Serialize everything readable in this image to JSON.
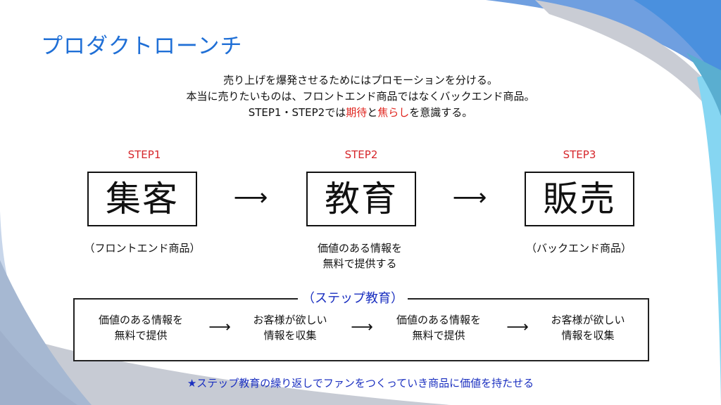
{
  "slide": {
    "title": "プロダクトローンチ",
    "intro": {
      "line1": "売り上げを爆発させるためにはプロモーションを分ける。",
      "line2": "本当に売りたいものは、フロントエンド商品ではなくバックエンド商品。",
      "line3_prefix": "STEP1・STEP2では",
      "line3_em1": "期待",
      "line3_mid": "と",
      "line3_em2": "焦らし",
      "line3_suffix": "を意識する。"
    },
    "steps": [
      {
        "label": "STEP1",
        "name": "集客",
        "note_line1": "（フロントエンド商品）",
        "note_line2": ""
      },
      {
        "label": "STEP2",
        "name": "教育",
        "note_line1": "価値のある情報を",
        "note_line2": "無料で提供する"
      },
      {
        "label": "STEP3",
        "name": "販売",
        "note_line1": "（バックエンド商品）",
        "note_line2": ""
      }
    ],
    "step_arrow": "⟶",
    "loop": {
      "title": "（ステップ教育）",
      "items": [
        {
          "line1": "価値のある情報を",
          "line2": "無料で提供"
        },
        {
          "line1": "お客様が欲しい",
          "line2": "情報を収集"
        },
        {
          "line1": "価値のある情報を",
          "line2": "無料で提供"
        },
        {
          "line1": "お客様が欲しい",
          "line2": "情報を収集"
        }
      ],
      "arrow": "⟶"
    },
    "footer": "★ステップ教育の繰り返しでファンをつくっていき商品に価値を持たせる",
    "colors": {
      "title": "#1f6fd6",
      "step_label": "#d6262b",
      "emphasis": "#e0241e",
      "accent_blue": "#1a2fc0"
    }
  }
}
